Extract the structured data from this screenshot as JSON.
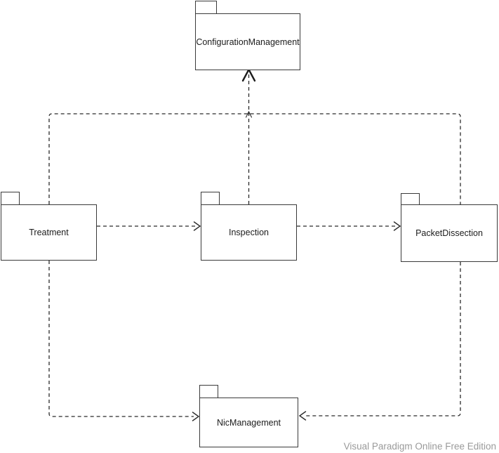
{
  "diagram_type": "uml-package-diagram",
  "packages": [
    {
      "label": "ConfigurationManagement"
    },
    {
      "label": "Treatment"
    },
    {
      "label": "Inspection"
    },
    {
      "label": "PacketDissection"
    },
    {
      "label": "NicManagement"
    }
  ],
  "dependencies": [
    {
      "from": "Treatment",
      "to": "ConfigurationManagement",
      "style": "dashed"
    },
    {
      "from": "Inspection",
      "to": "ConfigurationManagement",
      "style": "dashed"
    },
    {
      "from": "PacketDissection",
      "to": "ConfigurationManagement",
      "style": "dashed"
    },
    {
      "from": "Treatment",
      "to": "Inspection",
      "style": "dashed"
    },
    {
      "from": "Inspection",
      "to": "PacketDissection",
      "style": "dashed"
    },
    {
      "from": "Treatment",
      "to": "NicManagement",
      "style": "dashed"
    },
    {
      "from": "PacketDissection",
      "to": "NicManagement",
      "style": "dashed"
    }
  ],
  "watermark": "Visual Paradigm Online Free Edition",
  "colors": {
    "background": "#ffffff",
    "package_fill": "#ffffff",
    "stroke": "#2b2b2b",
    "text": "#1c1c1c",
    "watermark": "#9a9a9a"
  }
}
